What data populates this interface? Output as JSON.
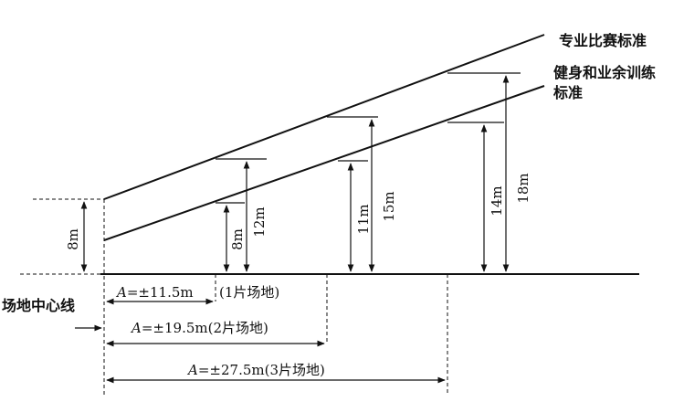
{
  "lines": {
    "pro": "专业比赛标准",
    "fitness_1": "健身和业余训练",
    "fitness_2": "标准"
  },
  "heights": {
    "eight_left": "8m",
    "eight_mid": "8m",
    "twelve": "12m",
    "eleven": "11m",
    "fifteen": "15m",
    "fourteen": "14m",
    "eighteen": "18m"
  },
  "center_line": "场地中心线",
  "spans": {
    "one": {
      "a": "A",
      "value": "=±11.5m",
      "note": "(1片场地)"
    },
    "two": {
      "a": "A",
      "value": "=±19.5m(2片场地)"
    },
    "three": {
      "a": "A",
      "value": "=±27.5m(3片场地)"
    }
  },
  "colors": {
    "ink": "#111111",
    "background": "#ffffff"
  }
}
